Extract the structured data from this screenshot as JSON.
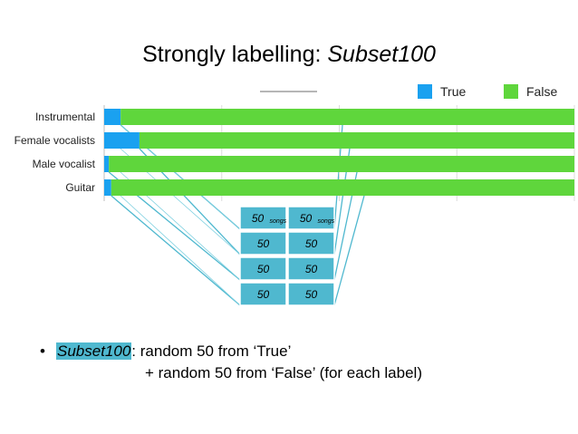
{
  "slide": {
    "title_prefix": "Strongly labelling: ",
    "title_emphasis": "Subset100"
  },
  "chart_data": {
    "type": "bar",
    "orientation": "horizontal",
    "stacked": true,
    "categories": [
      "Instrumental",
      "Female vocalists",
      "Male vocalist",
      "Guitar"
    ],
    "series": [
      {
        "name": "True",
        "color": "#1aa1f0",
        "values": [
          3.5,
          7.5,
          1.0,
          1.5
        ]
      },
      {
        "name": "False",
        "color": "#5fd63c",
        "values": [
          96.5,
          92.5,
          99.0,
          98.5
        ]
      }
    ],
    "xlim": [
      0,
      100
    ],
    "grid": true,
    "legend": "top-right"
  },
  "subset_table": {
    "header": [
      {
        "num": "50",
        "sub": "songs"
      },
      {
        "num": "50",
        "sub": "songs"
      }
    ],
    "rows": [
      [
        "50",
        "50"
      ],
      [
        "50",
        "50"
      ],
      [
        "50",
        "50"
      ]
    ],
    "cell_color": "#4fb8cf"
  },
  "bullet": {
    "highlight": "Subset100",
    "line1_rest": ": random 50 from ‘True’",
    "line2": "+ random 50 from ‘False’ (for each label)"
  }
}
